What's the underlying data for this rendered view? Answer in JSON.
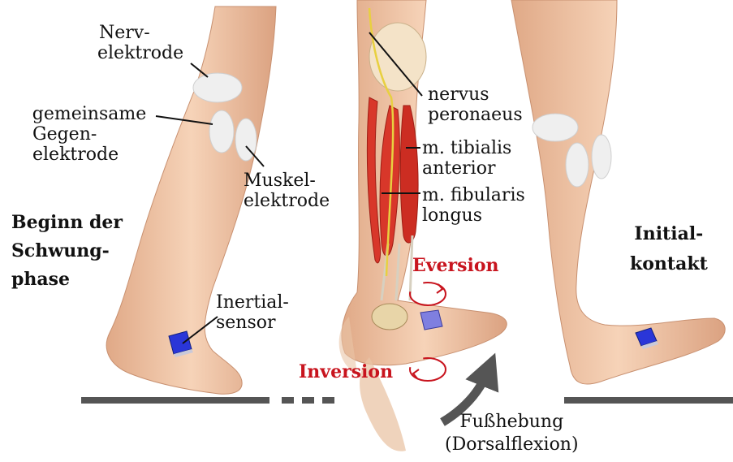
{
  "labels": {
    "nerve_electrode": [
      "Nerv-",
      "elektrode"
    ],
    "common_counter_electrode": [
      "gemeinsame",
      "Gegen-",
      "elektrode"
    ],
    "muscle_electrode": [
      "Muskel-",
      "elektrode"
    ],
    "swing_phase_start": [
      "Beginn der",
      "Schwung-",
      "phase"
    ],
    "inertial_sensor": [
      "Inertial-",
      "sensor"
    ],
    "nervus_peronaeus": [
      "nervus",
      "peronaeus"
    ],
    "tibialis_anterior": [
      "m. tibialis",
      "anterior"
    ],
    "fibularis_longus": [
      "m. fibularis",
      "longus"
    ],
    "eversion": "Eversion",
    "inversion": "Inversion",
    "initial_contact": [
      "Initial-",
      "kontakt"
    ],
    "foot_lift": [
      "Fußhebung",
      "(Dorsalflexion)"
    ]
  },
  "colors": {
    "skin": "#f0c7a8",
    "skin_shade": "#d9a27f",
    "muscle": "#d8372a",
    "nerve": "#e8d040",
    "electrode": "#eeeeee",
    "sensor": "#2a36d8",
    "ground": "#555555",
    "accent_red": "#c8141e",
    "arrow_gray": "#555555"
  }
}
